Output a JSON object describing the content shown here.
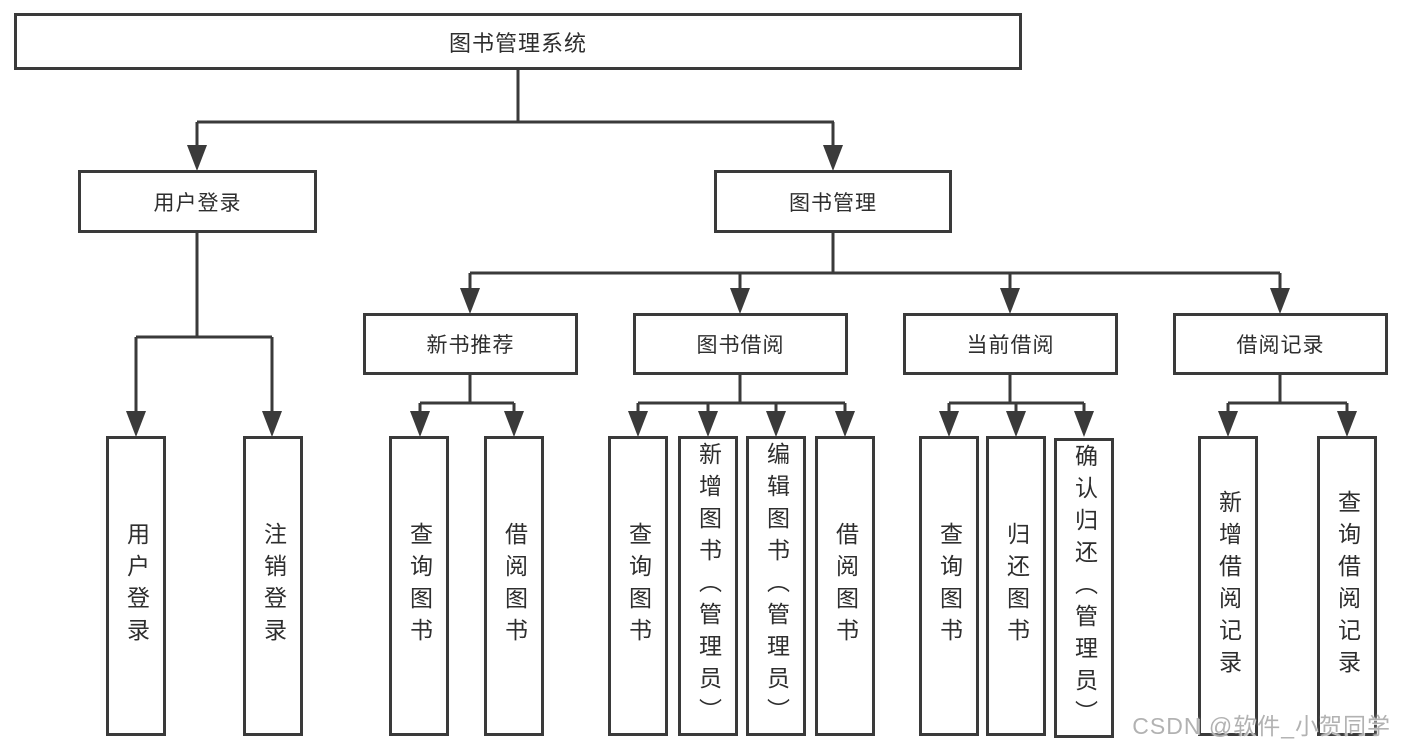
{
  "watermark": "CSDN @软件_小贺同学",
  "colors": {
    "line": "#3a3a3a",
    "text": "#2e2e2e",
    "watermark": "#b2b2b2",
    "background": "#ffffff"
  },
  "diagram": {
    "root": {
      "label": "图书管理系统"
    },
    "user_login": {
      "label": "用户登录"
    },
    "book_mgmt": {
      "label": "图书管理"
    },
    "login_children": [
      {
        "label": "用户登录"
      },
      {
        "label": "注销登录"
      }
    ],
    "new_books": {
      "label": "新书推荐"
    },
    "book_borrow": {
      "label": "图书借阅"
    },
    "current_borrow": {
      "label": "当前借阅"
    },
    "borrow_records": {
      "label": "借阅记录"
    },
    "new_books_children": [
      {
        "label": "查询图书"
      },
      {
        "label": "借阅图书"
      }
    ],
    "book_borrow_children": [
      {
        "label": "查询图书"
      },
      {
        "label": "新增图书（管理员）"
      },
      {
        "label": "编辑图书（管理员）"
      },
      {
        "label": "借阅图书"
      }
    ],
    "current_borrow_children": [
      {
        "label": "查询图书"
      },
      {
        "label": "归还图书"
      },
      {
        "label": "确认归还（管理员）"
      }
    ],
    "borrow_records_children": [
      {
        "label": "新增借阅记录"
      },
      {
        "label": "查询借阅记录"
      }
    ]
  }
}
